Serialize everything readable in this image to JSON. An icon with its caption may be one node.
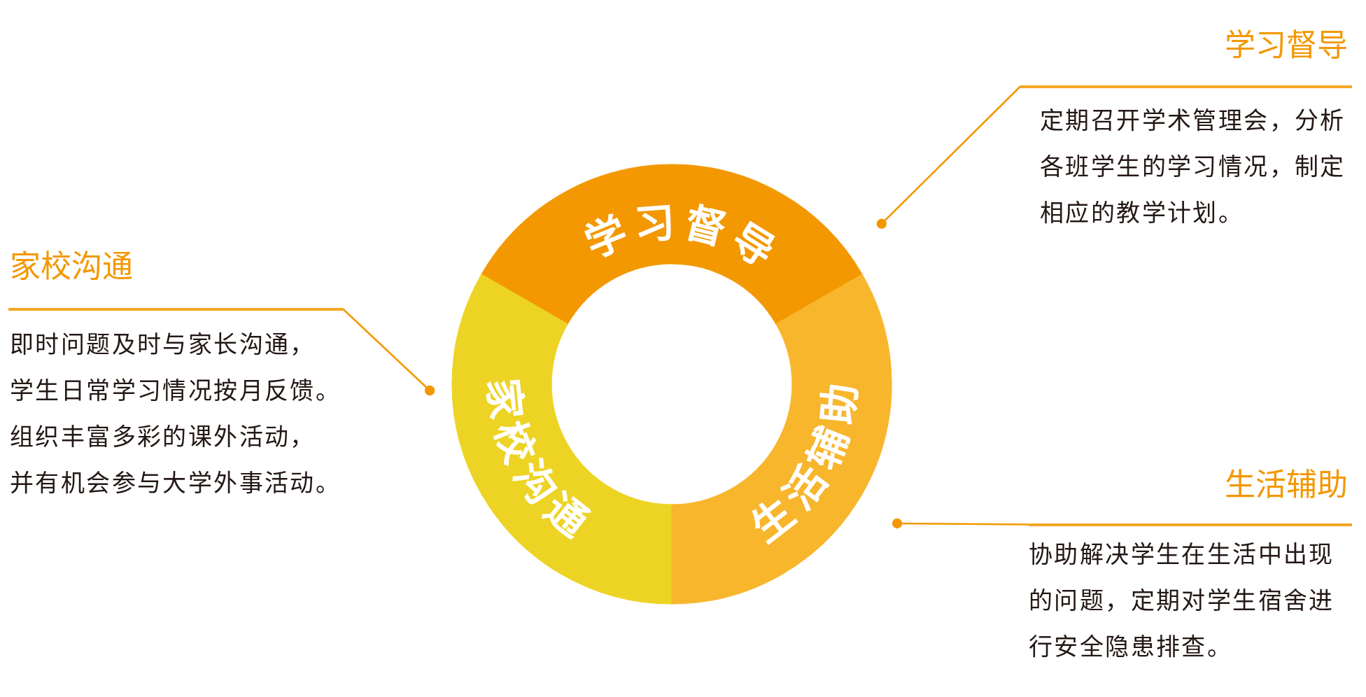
{
  "diagram": {
    "nodes": [
      {
        "text": [
          "学习督导",
          "定期召开学术管理会，分析各班学生的学习情况，制定相应的教学计划。"
        ]
      },
      {
        "text": [
          "学习督导"
        ]
      },
      {
        "text": [
          "家校沟通",
          "即时问题及时与家长沟通，学生日常学习情况按月反馈。组织丰富多彩的课外活动，并有机会参与大学外事活动。"
        ]
      },
      {
        "text": [
          "家校沟通"
        ]
      },
      {
        "text": [
          "生活辅助"
        ]
      },
      {
        "text": [
          "生活辅助",
          "协助解决学生在生活中出现的问题，定期对学生宿舍进行安全隐患排查。"
        ]
      }
    ],
    "edges": [
      {
        "from": 0,
        "to": 1,
        "arrow": "other"
      },
      {
        "from": 2,
        "to": 3,
        "arrow": "other"
      },
      {
        "from": 5,
        "to": 4,
        "arrow": "other"
      }
    ]
  }
}
